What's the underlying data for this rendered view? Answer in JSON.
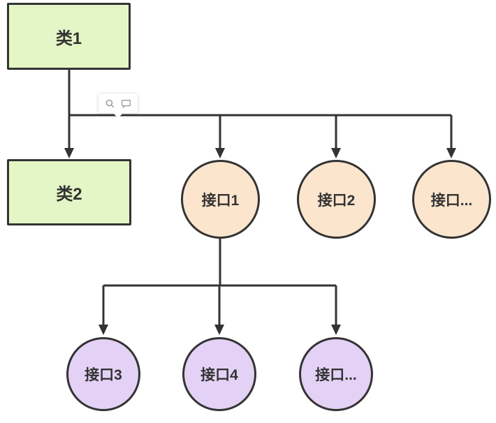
{
  "diagram": {
    "background": "#ffffff",
    "line_color": "#333333",
    "text_color": "#333333",
    "nodes": {
      "class1": {
        "label": "类1",
        "shape": "rect",
        "fill": "#e4f6c6"
      },
      "class2": {
        "label": "类2",
        "shape": "rect",
        "fill": "#e4f6c6"
      },
      "interface1": {
        "label": "接口1",
        "shape": "circle",
        "fill": "#fbe5cd"
      },
      "interface2": {
        "label": "接口2",
        "shape": "circle",
        "fill": "#fbe5cd"
      },
      "interface_more_top": {
        "label": "接口...",
        "shape": "circle",
        "fill": "#fbe5cd"
      },
      "interface3": {
        "label": "接口3",
        "shape": "circle",
        "fill": "#e3d2f5"
      },
      "interface4": {
        "label": "接口4",
        "shape": "circle",
        "fill": "#e3d2f5"
      },
      "interface_more_bottom": {
        "label": "接口...",
        "shape": "circle",
        "fill": "#e3d2f5"
      }
    },
    "edges": [
      {
        "from": "class1",
        "to": "class2"
      },
      {
        "from": "class1",
        "to": "interface1"
      },
      {
        "from": "class1",
        "to": "interface2"
      },
      {
        "from": "class1",
        "to": "interface_more_top"
      },
      {
        "from": "interface1",
        "to": "interface3"
      },
      {
        "from": "interface1",
        "to": "interface4"
      },
      {
        "from": "interface1",
        "to": "interface_more_bottom"
      }
    ],
    "toolbar": {
      "icons": [
        "search-icon",
        "comment-icon"
      ],
      "icon_color": "#8f8f8f"
    }
  }
}
